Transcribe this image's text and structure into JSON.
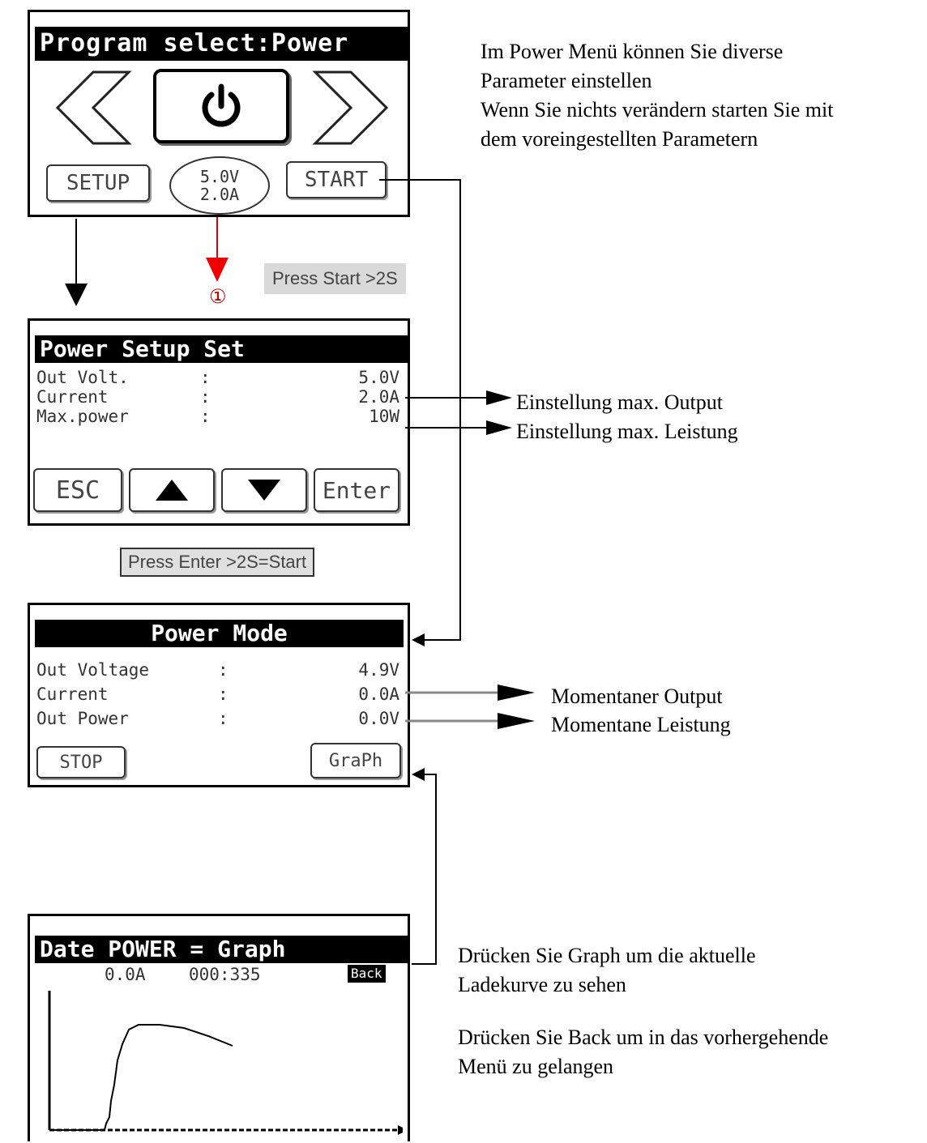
{
  "screen1": {
    "title": "Program select:Power",
    "setup_label": "SETUP",
    "start_label": "START",
    "volt_value": "5.0V",
    "amp_value": "2.0A"
  },
  "press_start_label": "Press Start >2S",
  "step_marker": "①",
  "screen2": {
    "title": "Power Setup Set",
    "rows": [
      {
        "label": "Out Volt.",
        "sep": ":",
        "value": "5.0V"
      },
      {
        "label": "Current",
        "sep": ":",
        "value": "2.0A"
      },
      {
        "label": "Max.power",
        "sep": ":",
        "value": "10W"
      }
    ],
    "esc_label": "ESC",
    "enter_label": "Enter"
  },
  "press_enter_label": "Press Enter >2S=Start",
  "screen3": {
    "title": "Power Mode",
    "rows": [
      {
        "label": "Out Voltage",
        "sep": ":",
        "value": "4.9V"
      },
      {
        "label": "Current",
        "sep": ":",
        "value": "0.0A"
      },
      {
        "label": "Out Power",
        "sep": ":",
        "value": "0.0V"
      }
    ],
    "stop_label": "STOP",
    "graph_label": "GraPh"
  },
  "screen4": {
    "title": "Date POWER = Graph",
    "current": "0.0A",
    "time": "000:335",
    "back_label": "Back"
  },
  "notes": {
    "intro": [
      "Im Power Menü können Sie diverse",
      "Parameter einstellen",
      "Wenn Sie nichts verändern starten Sie mit",
      "dem voreingestellten Parametern"
    ],
    "setup_current": "Einstellung max. Output",
    "setup_power": "Einstellung max. Leistung",
    "mode_current": "Momentaner Output",
    "mode_power": "Momentane Leistung",
    "graph_hint": [
      "Drücken Sie Graph um die aktuelle",
      "Ladekurve zu sehen"
    ],
    "back_hint": [
      "Drücken Sie Back um in das vorhergehende",
      "Menü zu gelangen"
    ]
  }
}
